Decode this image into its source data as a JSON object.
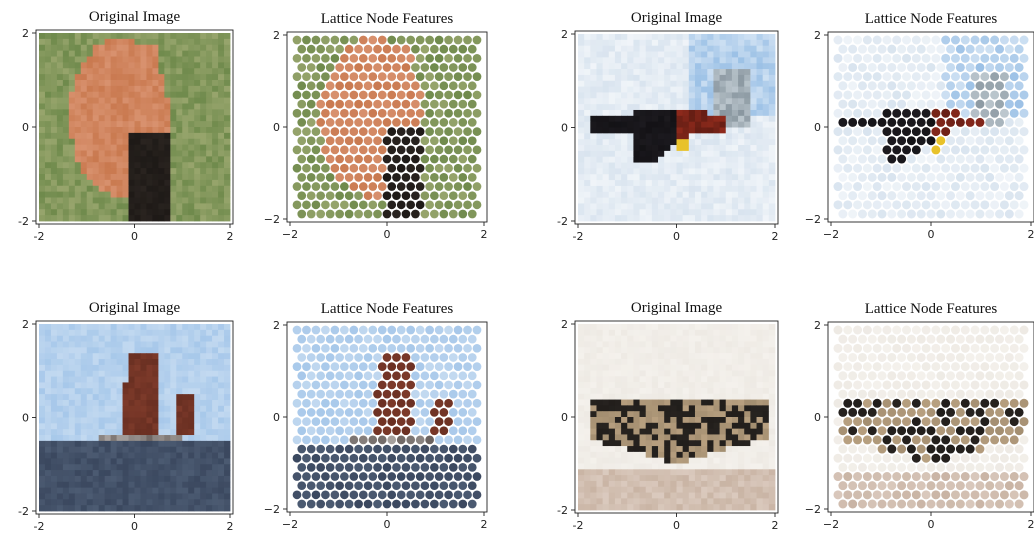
{
  "chart_data": [
    {
      "type": "image",
      "title": "Original Image",
      "subject": "deer in grass",
      "xlim": [
        -2,
        2
      ],
      "ylim": [
        -2,
        2
      ],
      "xticks": [
        "-2",
        "0",
        "2"
      ],
      "yticks": [
        "2",
        "0",
        "-2"
      ]
    },
    {
      "type": "scatter",
      "title": "Lattice Node Features",
      "subject": "deer in grass",
      "xlim": [
        -2,
        2
      ],
      "ylim": [
        -2,
        2
      ],
      "xticks": [
        "−2",
        "0",
        "2"
      ],
      "yticks": [
        "2",
        "0",
        "−2"
      ]
    },
    {
      "type": "image",
      "title": "Original Image",
      "subject": "airplane in sky",
      "xlim": [
        -2,
        2
      ],
      "ylim": [
        -2,
        2
      ],
      "xticks": [
        "-2",
        "0",
        "2"
      ],
      "yticks": [
        "2",
        "0",
        "-2"
      ]
    },
    {
      "type": "scatter",
      "title": "Lattice Node Features",
      "subject": "airplane in sky",
      "xlim": [
        -2,
        2
      ],
      "ylim": [
        -2,
        2
      ],
      "xticks": [
        "−2",
        "0",
        "2"
      ],
      "yticks": [
        "2",
        "0",
        "−2"
      ]
    },
    {
      "type": "image",
      "title": "Original Image",
      "subject": "sailboat on sea",
      "xlim": [
        -2,
        2
      ],
      "ylim": [
        -2,
        2
      ],
      "xticks": [
        "-2",
        "0",
        "2"
      ],
      "yticks": [
        "2",
        "0",
        "-2"
      ]
    },
    {
      "type": "scatter",
      "title": "Lattice Node Features",
      "subject": "sailboat on sea",
      "xlim": [
        -2,
        2
      ],
      "ylim": [
        -2,
        2
      ],
      "xticks": [
        "−2",
        "0",
        "2"
      ],
      "yticks": [
        "2",
        "0",
        "−2"
      ]
    },
    {
      "type": "image",
      "title": "Original Image",
      "subject": "military aircraft on ground",
      "xlim": [
        -2,
        2
      ],
      "ylim": [
        -2,
        2
      ],
      "xticks": [
        "-2",
        "0",
        "2"
      ],
      "yticks": [
        "2",
        "0",
        "-2"
      ]
    },
    {
      "type": "scatter",
      "title": "Lattice Node Features",
      "subject": "military aircraft on ground",
      "xlim": [
        -2,
        2
      ],
      "ylim": [
        -2,
        2
      ],
      "xticks": [
        "−2",
        "0",
        "2"
      ],
      "yticks": [
        "2",
        "0",
        "−2"
      ]
    }
  ],
  "colors": {
    "deer_grass": "#6f8a4c",
    "deer_body": "#c9794f",
    "deer_dark": "#2a2420",
    "sky": "#d9e4ef",
    "plane_red": "#8e2a1c",
    "plane_dark": "#1c1a1f",
    "plane_yellow": "#e8c22a",
    "sky_blue": "#9cc1e6",
    "sea_sky": "#a7c8ea",
    "sail": "#7d3a2a",
    "sea": "#4c5b72",
    "cream": "#eeeae4",
    "jet_tan": "#b8a080",
    "jet_dark": "#2f2a26",
    "ground": "#c9b4a4"
  }
}
